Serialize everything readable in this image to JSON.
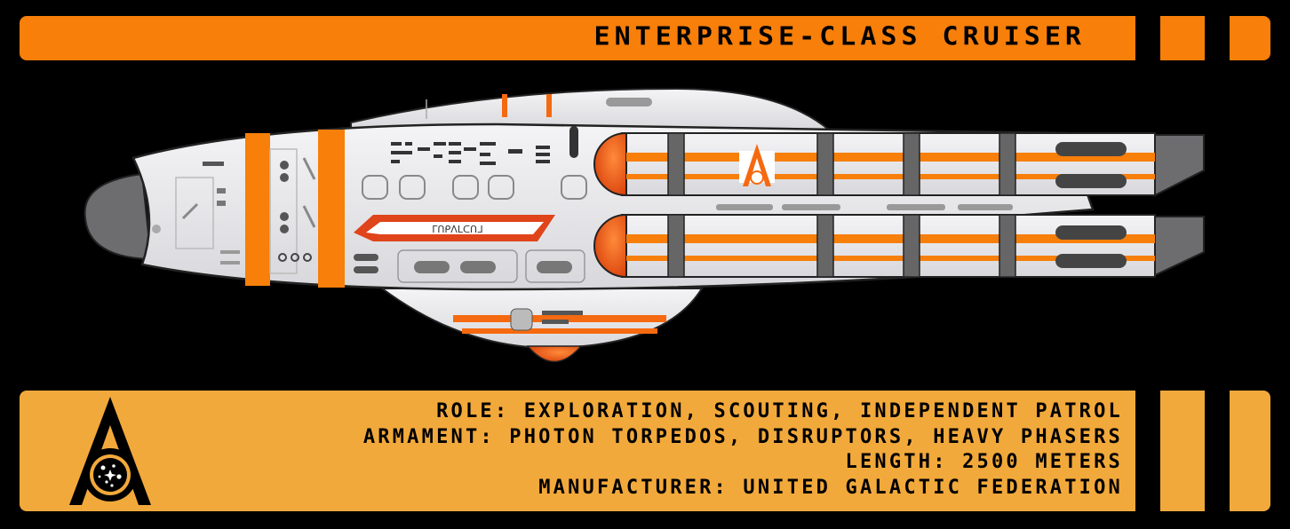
{
  "header": {
    "title": "ENTERPRISE-CLASS CRUISER"
  },
  "ship": {
    "hull_marking": "ᒥᑎᑭᐱᒪᑕᑎᒧ"
  },
  "specs": {
    "role": "ROLE: EXPLORATION, SCOUTING, INDEPENDENT PATROL",
    "armament": "ARMAMENT: PHOTON TORPEDOS, DISRUPTORS, HEAVY PHASERS",
    "length": "LENGTH: 2500 METERS",
    "manufacturer": "MANUFACTURER: UNITED GALACTIC FEDERATION"
  },
  "colors": {
    "accent_orange": "#f77f0a",
    "panel_amber": "#f2a93b",
    "hull_white": "#e6e6e9",
    "hull_stripe": "#f56a10",
    "background": "#000000"
  },
  "icons": [
    "federation-emblem-icon",
    "nacelle-emblem-icon"
  ]
}
